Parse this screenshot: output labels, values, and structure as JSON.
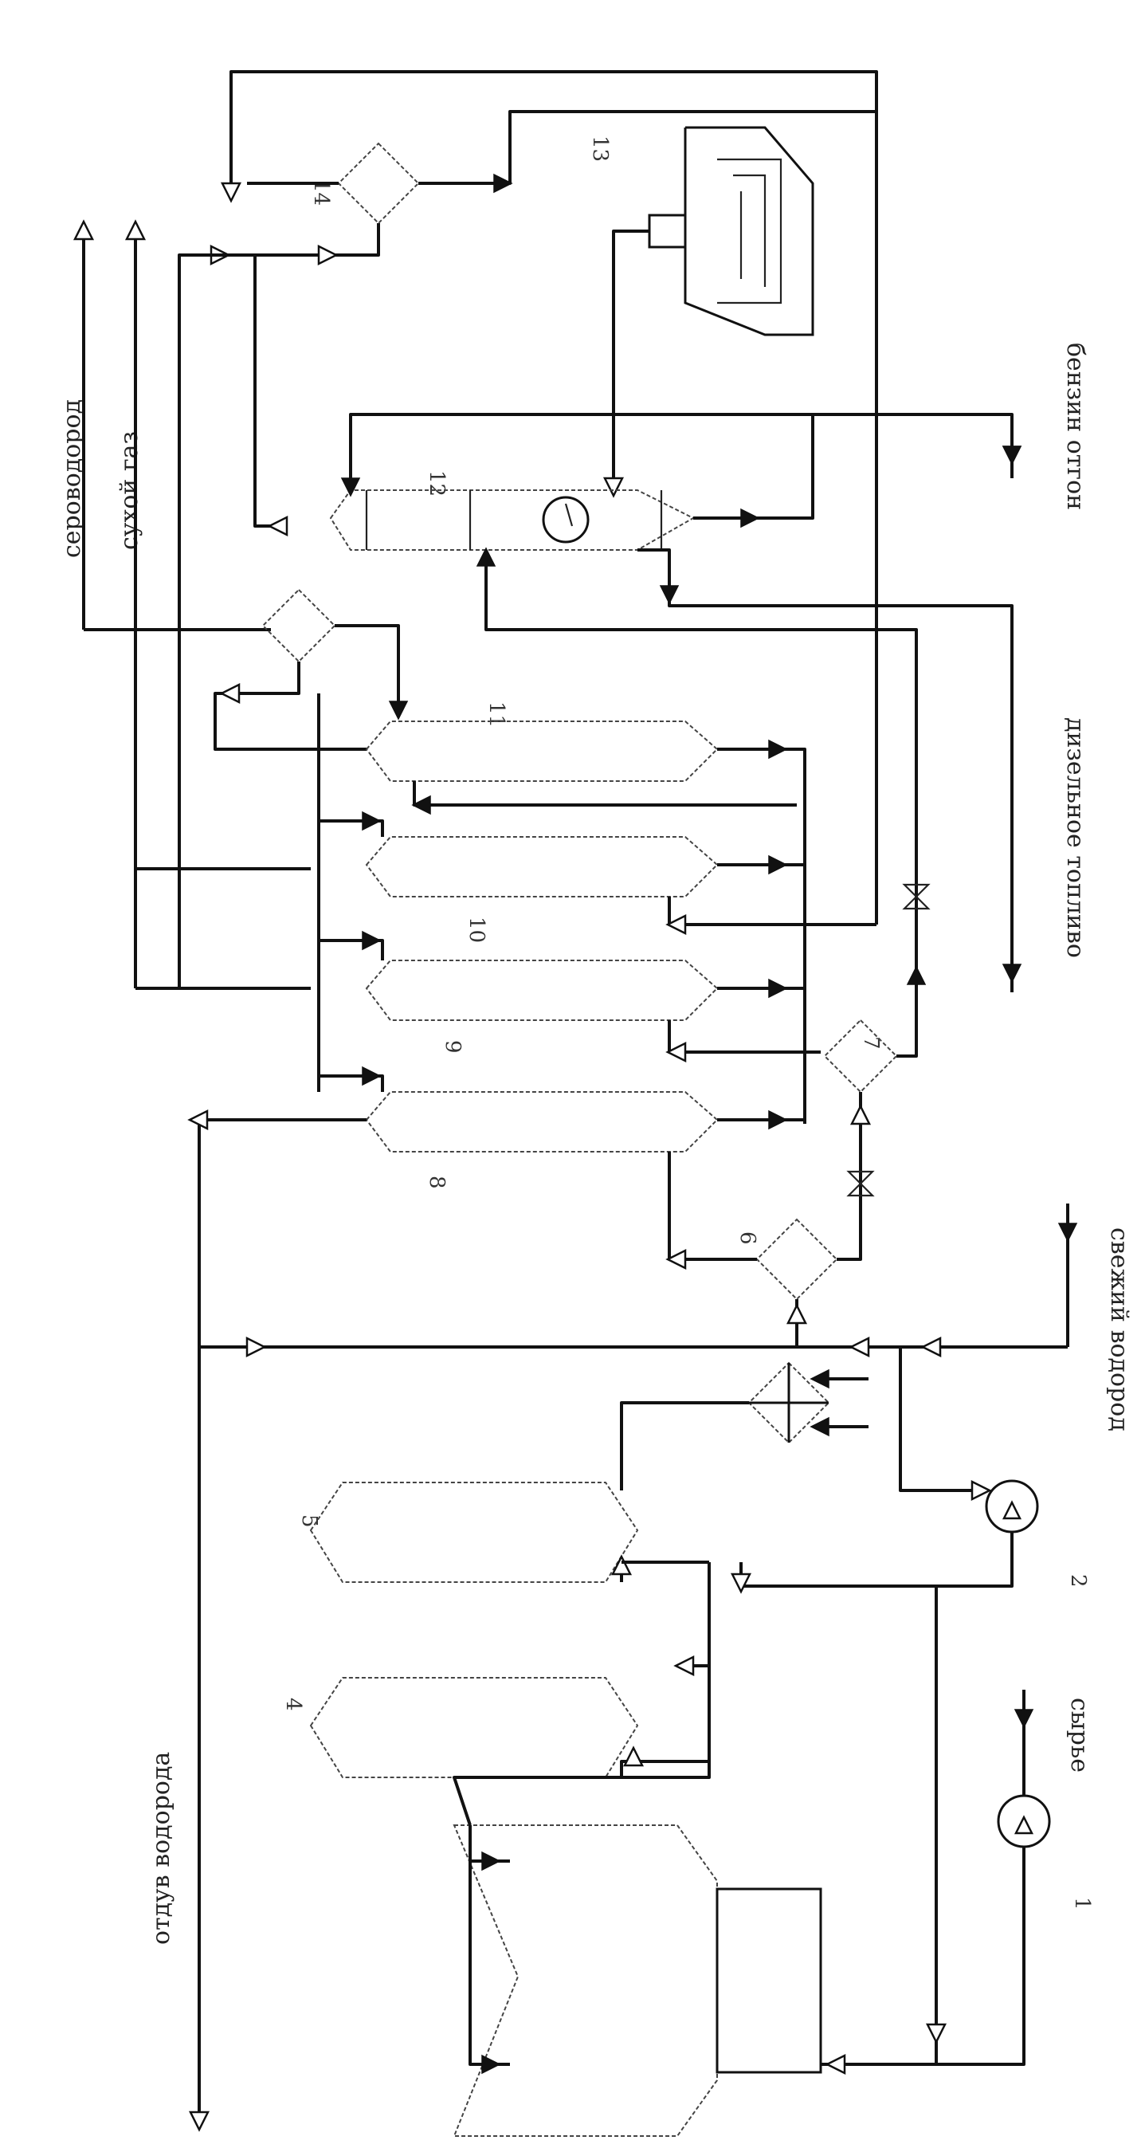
{
  "labels": {
    "hydrogen_sulfide": "сероводород",
    "dry_gas": "сухой газ",
    "gasoline": "бензин отгон",
    "diesel": "дизельное топливо",
    "fresh_hydrogen": "свежий водород",
    "feed": "сырье",
    "hydrogen_purge": "отдув водорода"
  },
  "numbers": [
    "1",
    "2",
    "4",
    "5",
    "6",
    "7",
    "8",
    "9",
    "10",
    "11",
    "12",
    "13",
    "14"
  ]
}
